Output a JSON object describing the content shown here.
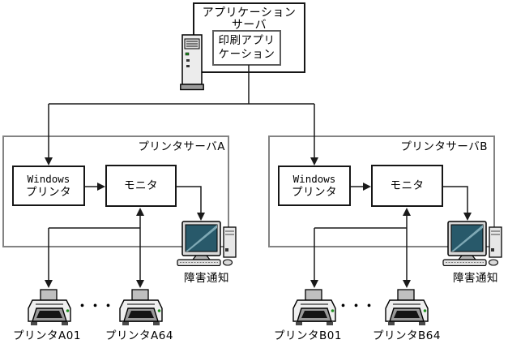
{
  "diagram": {
    "app_server": {
      "title_line1": "アプリケーション",
      "title_line2": "サーバ",
      "app_box_line1": "印刷アプリ",
      "app_box_line2": "ケーション"
    },
    "server_a": {
      "title": "プリンタサーバA",
      "windows_line1": "Windows",
      "windows_line2": "プリンタ",
      "monitor": "モニタ",
      "fault": "障害通知",
      "printer_first": "プリンタA01",
      "printer_last": "プリンタA64",
      "ellipsis": "・・・"
    },
    "server_b": {
      "title": "プリンタサーバB",
      "windows_line1": "Windows",
      "windows_line2": "プリンタ",
      "monitor": "モニタ",
      "fault": "障害通知",
      "printer_first": "プリンタB01",
      "printer_last": "プリンタB64",
      "ellipsis": "・・・"
    },
    "colors": {
      "connector": "#1a1a1a",
      "outer_border": "#838383",
      "screen": "#28596a",
      "screen_highlight": "#7fa9b5",
      "led": "#1f8f1f"
    }
  }
}
